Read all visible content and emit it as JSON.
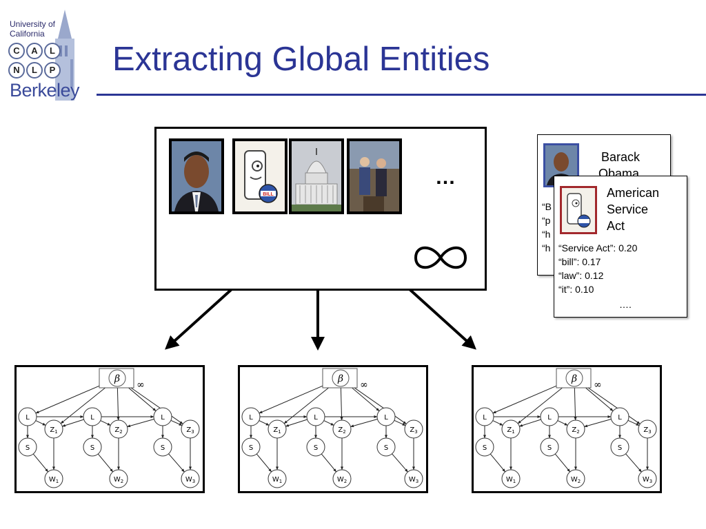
{
  "logo": {
    "line1": "University of",
    "line2": "California",
    "letters": [
      "C",
      "A",
      "L",
      "N",
      "L",
      "P"
    ],
    "name": "Berkeley"
  },
  "slide": {
    "title": "Extracting Global Entities"
  },
  "entity_box": {
    "thumbnails": [
      {
        "icon": "portrait-photo-icon",
        "border_color": "#3b4fa3"
      },
      {
        "icon": "cartoon-bill-icon",
        "border_color": "#a2282c"
      },
      {
        "icon": "capitol-building-icon",
        "border_color": "#2e9a3c"
      },
      {
        "icon": "painting-icon",
        "border_color": "#e8a32c"
      }
    ],
    "ellipsis": "…",
    "infinity": "∞"
  },
  "cards": [
    {
      "name_lines": [
        "Barack",
        "Obama"
      ],
      "list": [
        "“B",
        "“p",
        "“h",
        "“h"
      ],
      "image_border": "#3b4fa3"
    },
    {
      "name_lines": [
        "American",
        "Service",
        "Act"
      ],
      "list": [
        "“Service Act”: 0.20",
        "“bill”: 0.17",
        "“law”: 0.12",
        "“it”: 0.10"
      ],
      "more": "….",
      "image_border": "#a2282c"
    }
  ],
  "model": {
    "beta": "β",
    "infty": "∞",
    "L": "L",
    "S": "S",
    "Z": [
      "Z1",
      "Z2",
      "Z3"
    ],
    "W": [
      "W1",
      "W2",
      "W3"
    ]
  }
}
